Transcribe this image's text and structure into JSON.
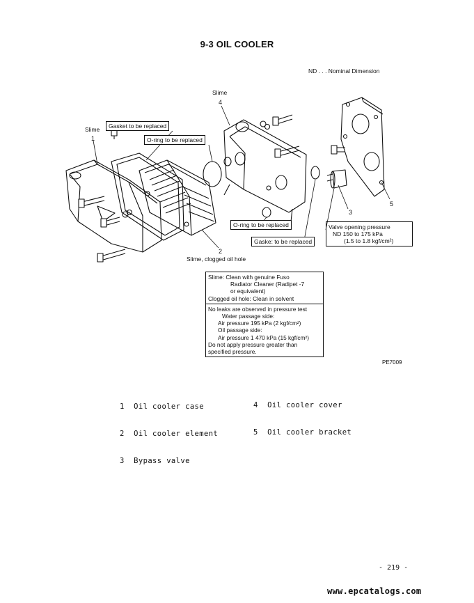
{
  "page": {
    "title": "9-3 OIL COOLER",
    "nd_note": "ND . . . Nominal Dimension",
    "figure_code": "PE7009",
    "page_number": "- 219 -",
    "footer_url": "www.epcatalogs.com"
  },
  "callouts": {
    "slime_top": "Slime",
    "slime_left": "Slime",
    "gasket_replace": "Gasket to be replaced",
    "oring_replace_top": "O-ring to be replaced",
    "oring_replace_bottom": "O-ring to be replaced",
    "gasket_replace_bottom": "Gaske: to be replaced",
    "slime_clogged": "Slime, clogged oil hole",
    "num_1": "1",
    "num_2": "2",
    "num_3": "3",
    "num_4": "4",
    "num_5": "5"
  },
  "valve_box": {
    "line1": "Valve opening pressure",
    "line2": "ND  150 to 175 kPa",
    "line3": "(1.5 to 1.8 kgf/cm²)"
  },
  "notes": {
    "slime_line1": "Slime: Clean with genuine Fuso",
    "slime_line2": "Radiator Cleaner (Radipet -7",
    "slime_line3": "or equivalent)",
    "clogged": "Clogged oil hole: Clean in solvent",
    "leak_line1": "No leaks are observed in pressure test",
    "water_side": "Water passage side:",
    "water_air": "Air pressure 195 kPa (2 kgf/cm²)",
    "oil_side": "Oil passage side:",
    "oil_air": "Air pressure 1 470 kPa (15 kgf/cm²)",
    "warn1": "Do not apply pressure greater than",
    "warn2": "specified pressure."
  },
  "parts_list": {
    "p1": "1  Oil cooler case",
    "p2": "2  Oil cooler element",
    "p3": "3  Bypass valve",
    "p4": "4  Oil cooler cover",
    "p5": "5  Oil cooler bracket"
  }
}
